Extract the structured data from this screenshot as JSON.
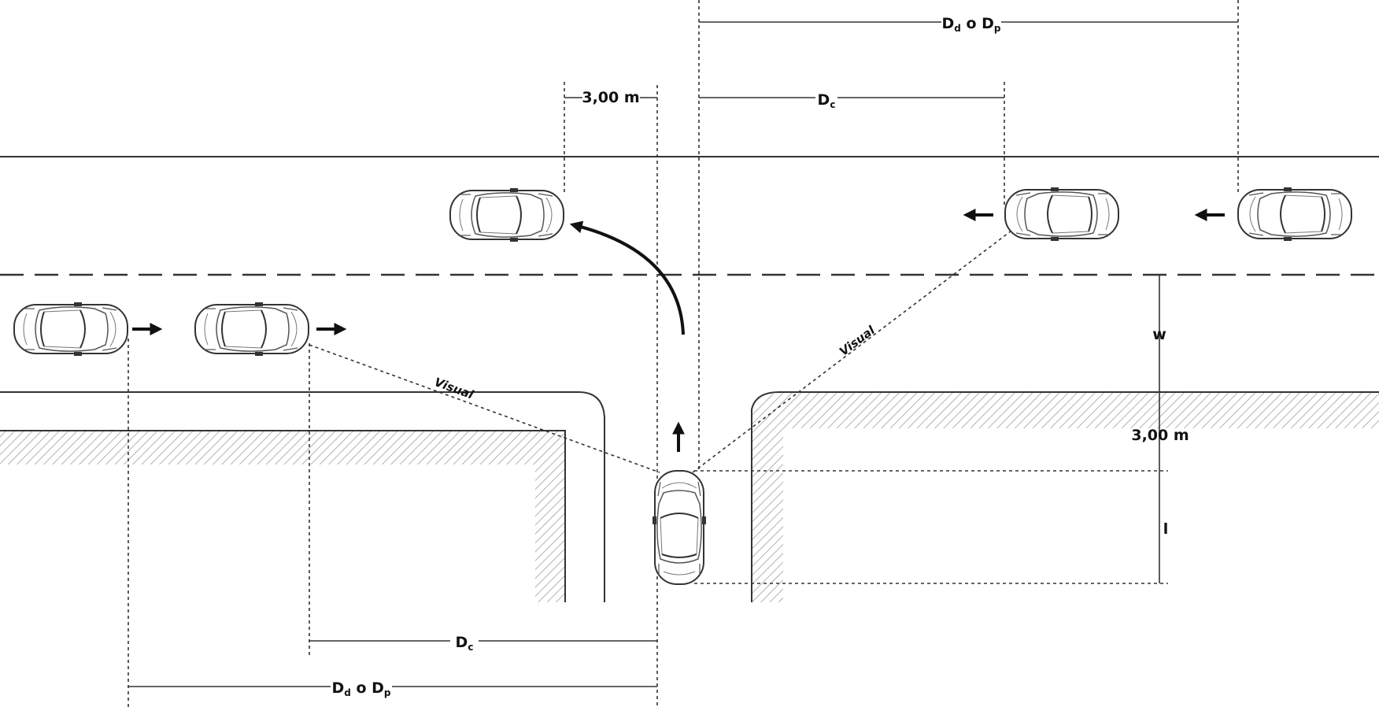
{
  "labels": {
    "top_dd_dp": {
      "d1": "D",
      "s1": "d",
      "mid": " o ",
      "d2": "D",
      "s2": "p"
    },
    "top_dc": {
      "main": "D",
      "sub": "c"
    },
    "top_clearance": "3,00 m",
    "side_w": "w",
    "side_clearance": "3,00 m",
    "side_l": "l",
    "bottom_dc": {
      "main": "D",
      "sub": "c"
    },
    "bottom_dd_dp": {
      "d1": "D",
      "s1": "d",
      "mid": " o ",
      "d2": "D",
      "s2": "p"
    },
    "visual_left": "Visual",
    "visual_right": "Visual"
  },
  "icons": {
    "car": "car-topview-icon",
    "arrow": "direction-arrow-icon"
  }
}
